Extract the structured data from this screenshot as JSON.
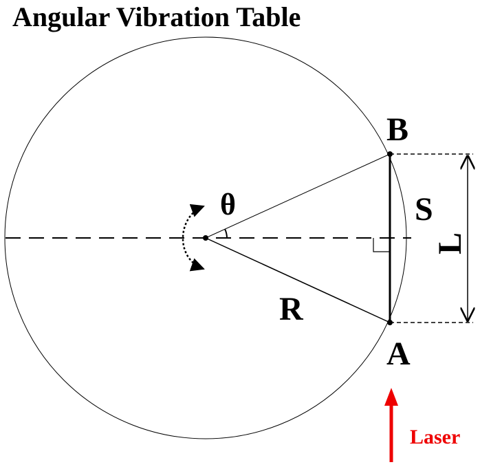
{
  "title": "Angular Vibration Table",
  "labels": {
    "point_b": "B",
    "point_a": "A",
    "angle": "θ",
    "chord": "S",
    "length": "L",
    "radius": "R",
    "laser": "Laser"
  },
  "colors": {
    "line": "#000000",
    "laser": "#ee0000",
    "background": "#ffffff"
  }
}
